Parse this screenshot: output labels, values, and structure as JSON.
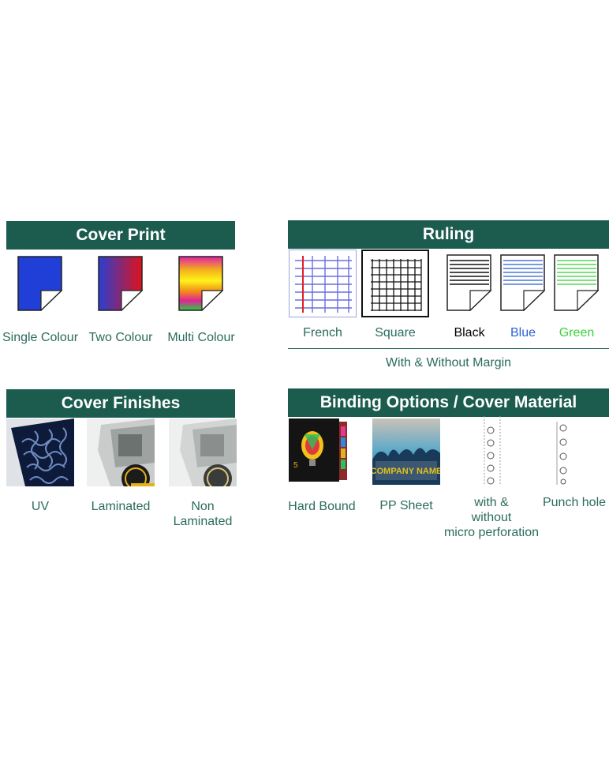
{
  "cover_print": {
    "title": "Cover Print",
    "items": [
      {
        "label": "Single Colour",
        "icon": "single-colour-page-icon"
      },
      {
        "label": "Two Colour",
        "icon": "two-colour-page-icon"
      },
      {
        "label": "Multi Colour",
        "icon": "multi-colour-page-icon"
      }
    ]
  },
  "ruling": {
    "title": "Ruling",
    "items": [
      {
        "label": "French",
        "icon": "french-ruling-icon"
      },
      {
        "label": "Square",
        "icon": "square-ruling-icon"
      },
      {
        "label": "Black",
        "icon": "black-lines-page-icon",
        "color": "#000000"
      },
      {
        "label": "Blue",
        "icon": "blue-lines-page-icon",
        "color": "#2b5fd6"
      },
      {
        "label": "Green",
        "icon": "green-lines-page-icon",
        "color": "#3ad23a"
      }
    ],
    "note": "With & Without Margin"
  },
  "cover_finishes": {
    "title": "Cover Finishes",
    "items": [
      {
        "label": "UV",
        "image": "uv-finish-photo"
      },
      {
        "label": "Laminated",
        "image": "laminated-cover-photo"
      },
      {
        "label_line1": "Non",
        "label_line2": "Laminated",
        "image": "non-laminated-cover-photo"
      }
    ]
  },
  "binding": {
    "title": "Binding Options / Cover Material",
    "items": [
      {
        "label": "Hard Bound",
        "image": "hard-bound-book-photo"
      },
      {
        "label": "PP Sheet",
        "image": "pp-sheet-photo",
        "image_text": "COMPANY NAME"
      },
      {
        "label_line1": "with &",
        "label_line2": "without",
        "label_line3": "micro perforation",
        "icon": "micro-perforation-icon"
      },
      {
        "label": "Punch hole",
        "icon": "punch-hole-icon"
      }
    ]
  },
  "colors": {
    "header_bg": "#1b5c4f",
    "label_text": "#2a6b5c"
  }
}
